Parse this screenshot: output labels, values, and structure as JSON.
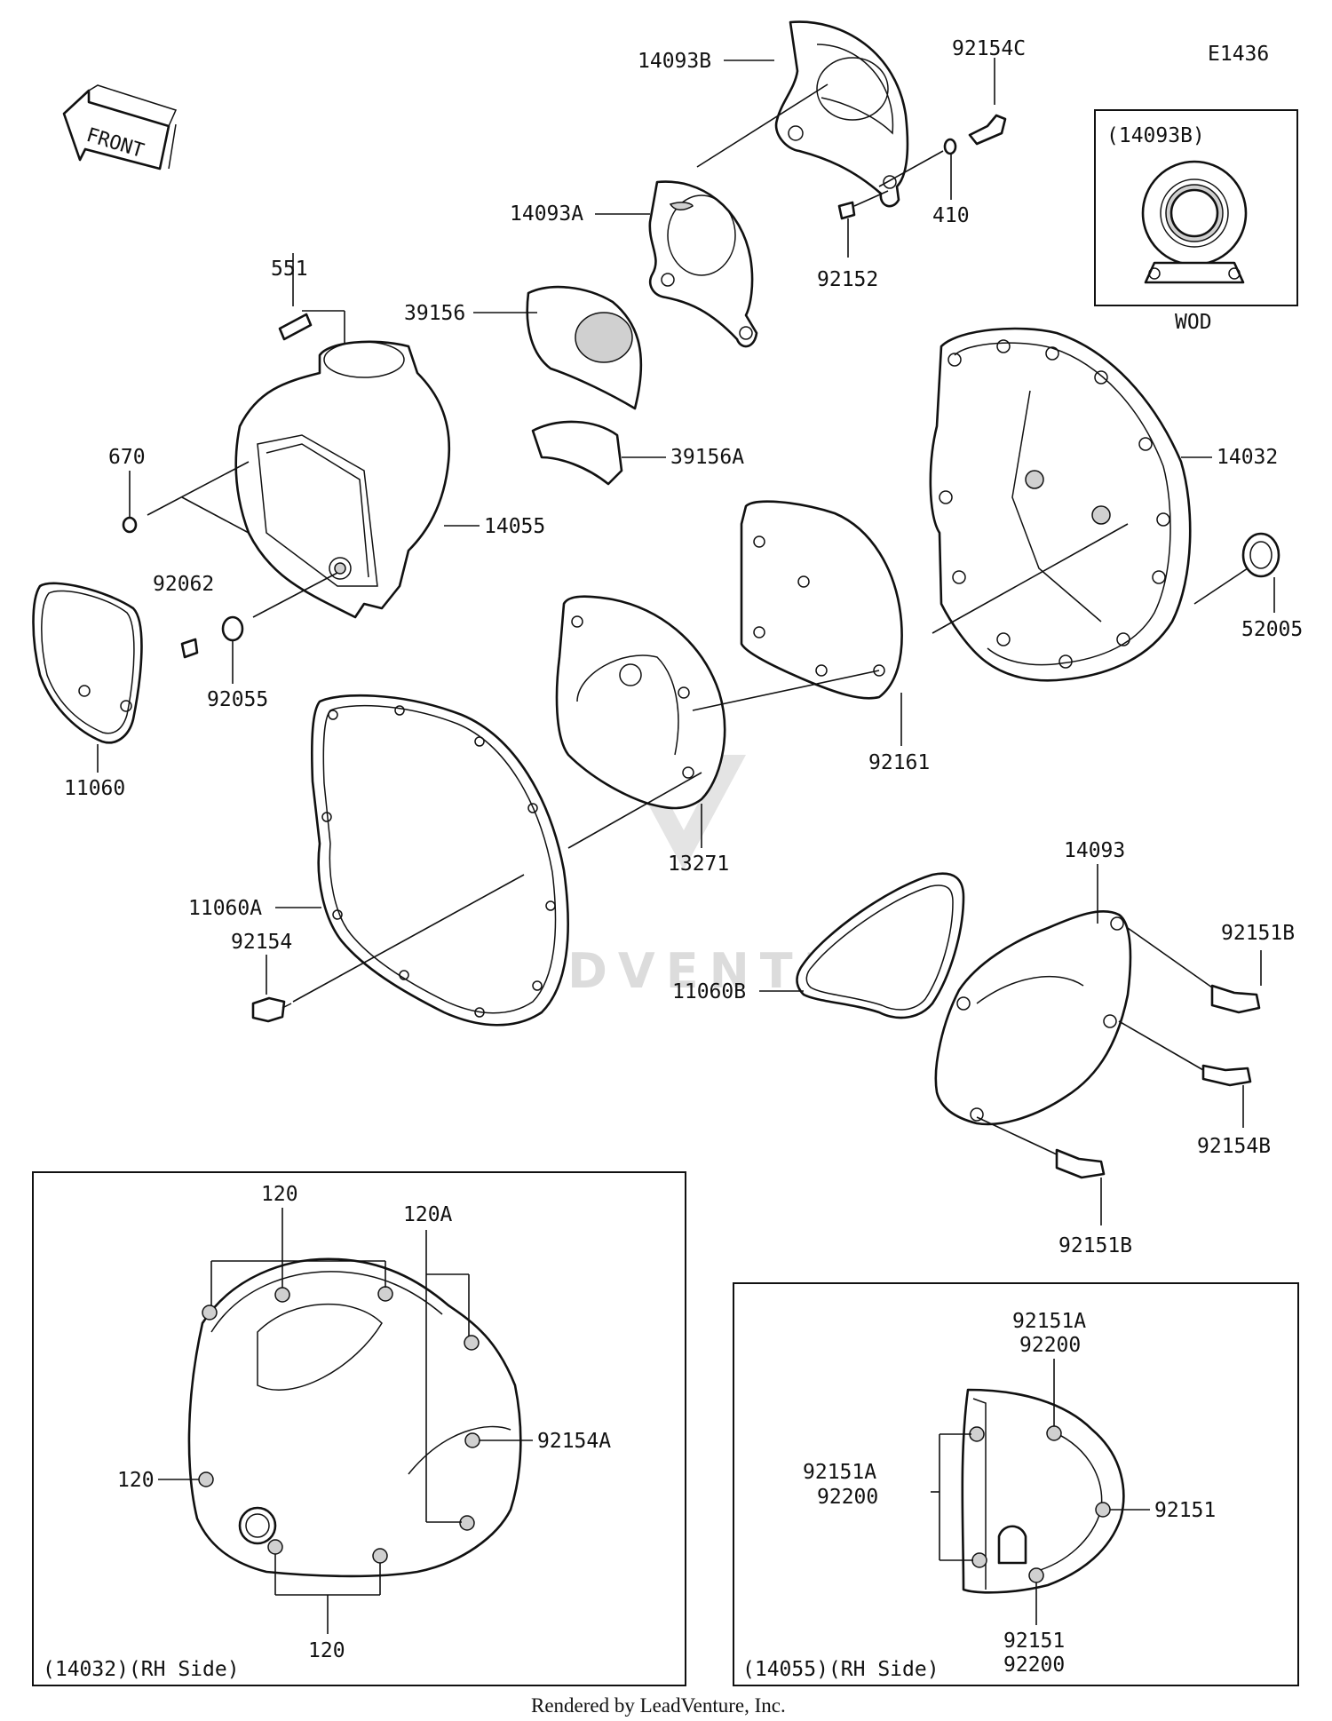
{
  "diagram_id": "E1436",
  "labels": {
    "p14093B": "14093B",
    "p92154C": "92154C",
    "p14093A": "14093A",
    "p410": "410",
    "p92152": "92152",
    "p551": "551",
    "p39156": "39156",
    "p39156A": "39156A",
    "p14032": "14032",
    "p670": "670",
    "p14055": "14055",
    "p92062": "92062",
    "p92055": "92055",
    "p52005": "52005",
    "p11060": "11060",
    "p92161": "92161",
    "p11060A": "11060A",
    "p13271": "13271",
    "p14093": "14093",
    "p92151B_top": "92151B",
    "p92154": "92154",
    "p11060B": "11060B",
    "p92154B": "92154B",
    "p92151B_bottom": "92151B"
  },
  "front_arrow": "FRONT",
  "inset_wod": {
    "title": "(14093B)",
    "caption": "WOD"
  },
  "inset_left": {
    "caption": "(14032)(RH Side)",
    "labels": {
      "top_120": "120",
      "top_120A": "120A",
      "left_120": "120",
      "p92154A": "92154A",
      "bottom_120": "120"
    }
  },
  "inset_right": {
    "caption": "(14055)(RH Side)",
    "labels": {
      "top_line1": "92151A",
      "top_line2": "92200",
      "left_line1": "92151A",
      "left_line2": "92200",
      "right_92151": "92151",
      "bottom_line1": "92151",
      "bottom_line2": "92200"
    }
  },
  "watermark": "LEADVENTURE",
  "footer": "Rendered by LeadVenture, Inc."
}
